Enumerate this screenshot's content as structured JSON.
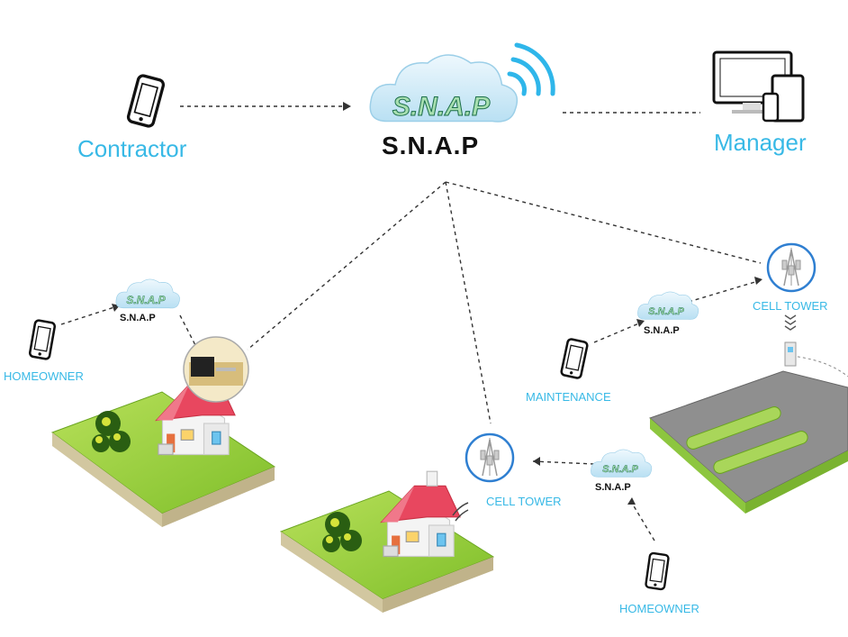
{
  "main_node": {
    "cloud_text": "S.N.A.P",
    "label": "S.N.A.P"
  },
  "contractor": {
    "label": "Contractor"
  },
  "manager": {
    "label": "Manager"
  },
  "left_homeowner": {
    "label": "HOMEOWNER",
    "cloud_text": "S.N.A.P",
    "snap_label": "S.N.A.P"
  },
  "maintenance": {
    "label": "MAINTENANCE",
    "cloud_text": "S.N.A.P",
    "snap_label": "S.N.A.P"
  },
  "bottom_homeowner": {
    "label": "HOMEOWNER",
    "cloud_text": "S.N.A.P",
    "snap_label": "S.N.A.P"
  },
  "cell_tower_right": {
    "label": "CELL TOWER"
  },
  "cell_tower_center": {
    "label": "CELL TOWER"
  },
  "colors": {
    "accent": "#38b9e6",
    "grass": "#8dc63f",
    "roof": "#e8475f",
    "cloud": "#cfeaf7"
  }
}
